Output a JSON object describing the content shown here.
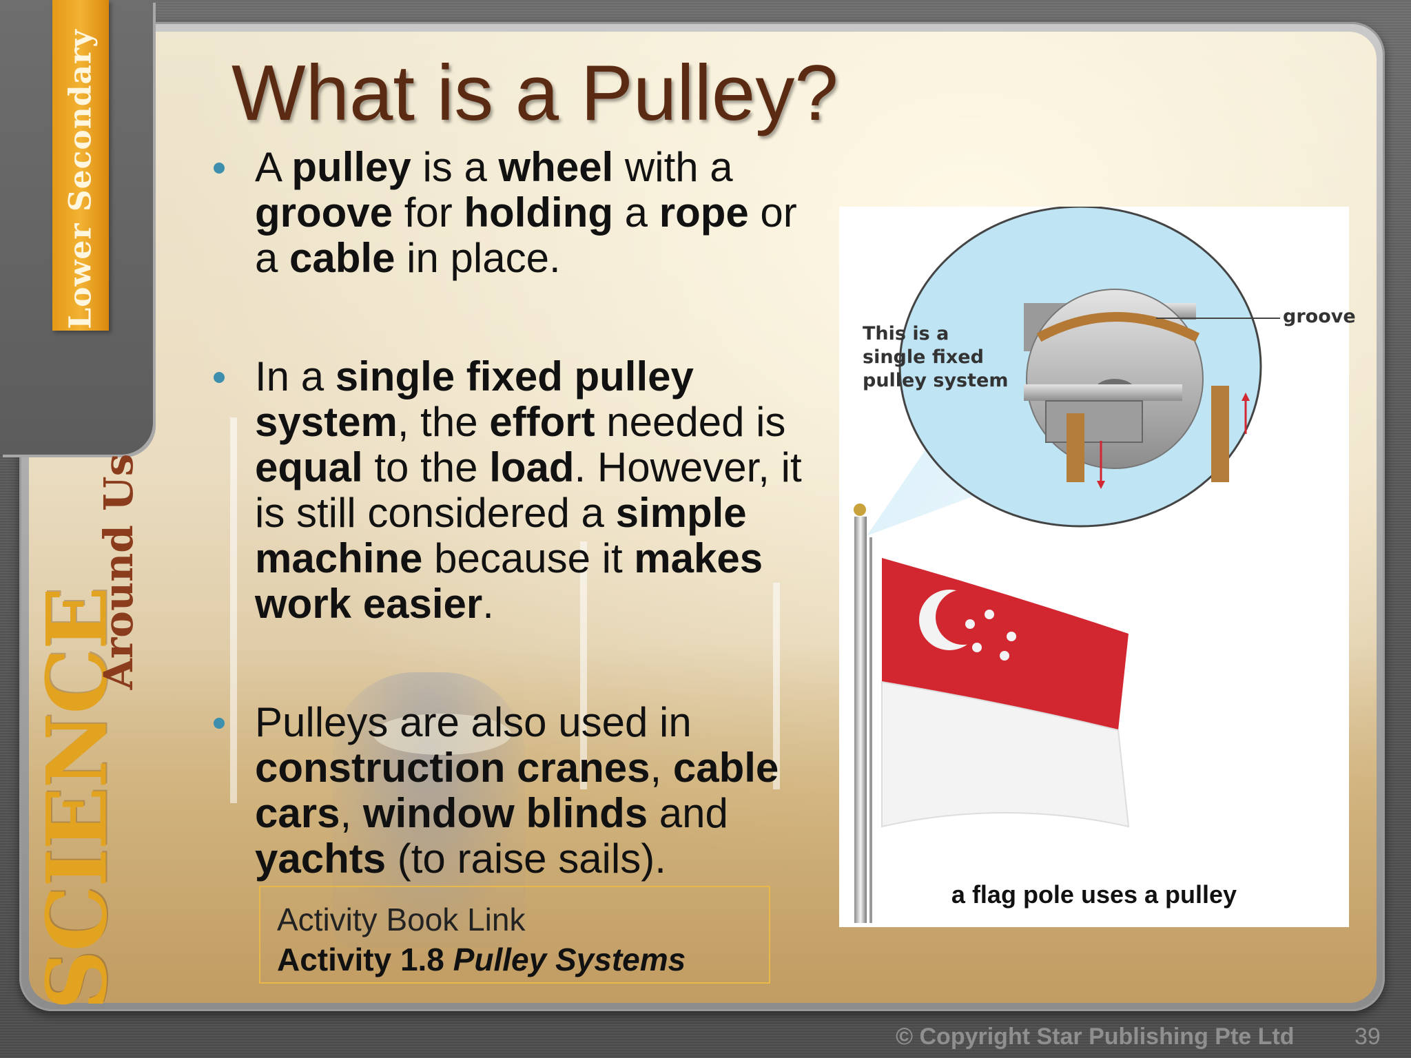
{
  "slide": {
    "title": "What is a Pulley?",
    "page_number": "39",
    "copyright": "© Copyright Star Publishing Pte Ltd"
  },
  "branding": {
    "series_tab": "Lower Secondary",
    "logo_main": "SCIENCE",
    "logo_sub": "Around Us"
  },
  "bullets": [
    {
      "parts": [
        {
          "t": "A ",
          "b": false
        },
        {
          "t": "pulley",
          "b": true
        },
        {
          "t": " is a ",
          "b": false
        },
        {
          "t": "wheel",
          "b": true
        },
        {
          "t": " with a ",
          "b": false
        },
        {
          "t": "groove",
          "b": true
        },
        {
          "t": " for ",
          "b": false
        },
        {
          "t": "holding",
          "b": true
        },
        {
          "t": " a ",
          "b": false
        },
        {
          "t": "rope",
          "b": true
        },
        {
          "t": " or a ",
          "b": false
        },
        {
          "t": "cable",
          "b": true
        },
        {
          "t": " in place.",
          "b": false
        }
      ]
    },
    {
      "parts": [
        {
          "t": "In a ",
          "b": false
        },
        {
          "t": "single fixed pulley system",
          "b": true
        },
        {
          "t": ", the ",
          "b": false
        },
        {
          "t": "effort",
          "b": true
        },
        {
          "t": " needed is ",
          "b": false
        },
        {
          "t": "equal",
          "b": true
        },
        {
          "t": " to the ",
          "b": false
        },
        {
          "t": "load",
          "b": true
        },
        {
          "t": ". However, it is still considered a ",
          "b": false
        },
        {
          "t": "simple machine",
          "b": true
        },
        {
          "t": " because it ",
          "b": false
        },
        {
          "t": "makes work easier",
          "b": true
        },
        {
          "t": ".",
          "b": false
        }
      ]
    },
    {
      "parts": [
        {
          "t": "Pulleys are also used in ",
          "b": false
        },
        {
          "t": "construction cranes",
          "b": true
        },
        {
          "t": ", ",
          "b": false
        },
        {
          "t": "cable cars",
          "b": true
        },
        {
          "t": ", ",
          "b": false
        },
        {
          "t": "window blinds",
          "b": true
        },
        {
          "t": " and ",
          "b": false
        },
        {
          "t": "yachts",
          "b": true
        },
        {
          "t": " (to raise sails).",
          "b": false
        }
      ]
    }
  ],
  "activity": {
    "line1": "Activity Book Link",
    "line2_prefix": "Activity 1.8 ",
    "line2_italic": "Pulley Systems"
  },
  "figure": {
    "label": "This is a single fixed pulley system",
    "groove_label": "groove",
    "caption": "a flag pole uses a pulley"
  },
  "colors": {
    "title": "#5b2a12",
    "bullet_dot": "#3e8fae",
    "tab_orange": "#f2b233",
    "flag_red": "#d22630"
  }
}
